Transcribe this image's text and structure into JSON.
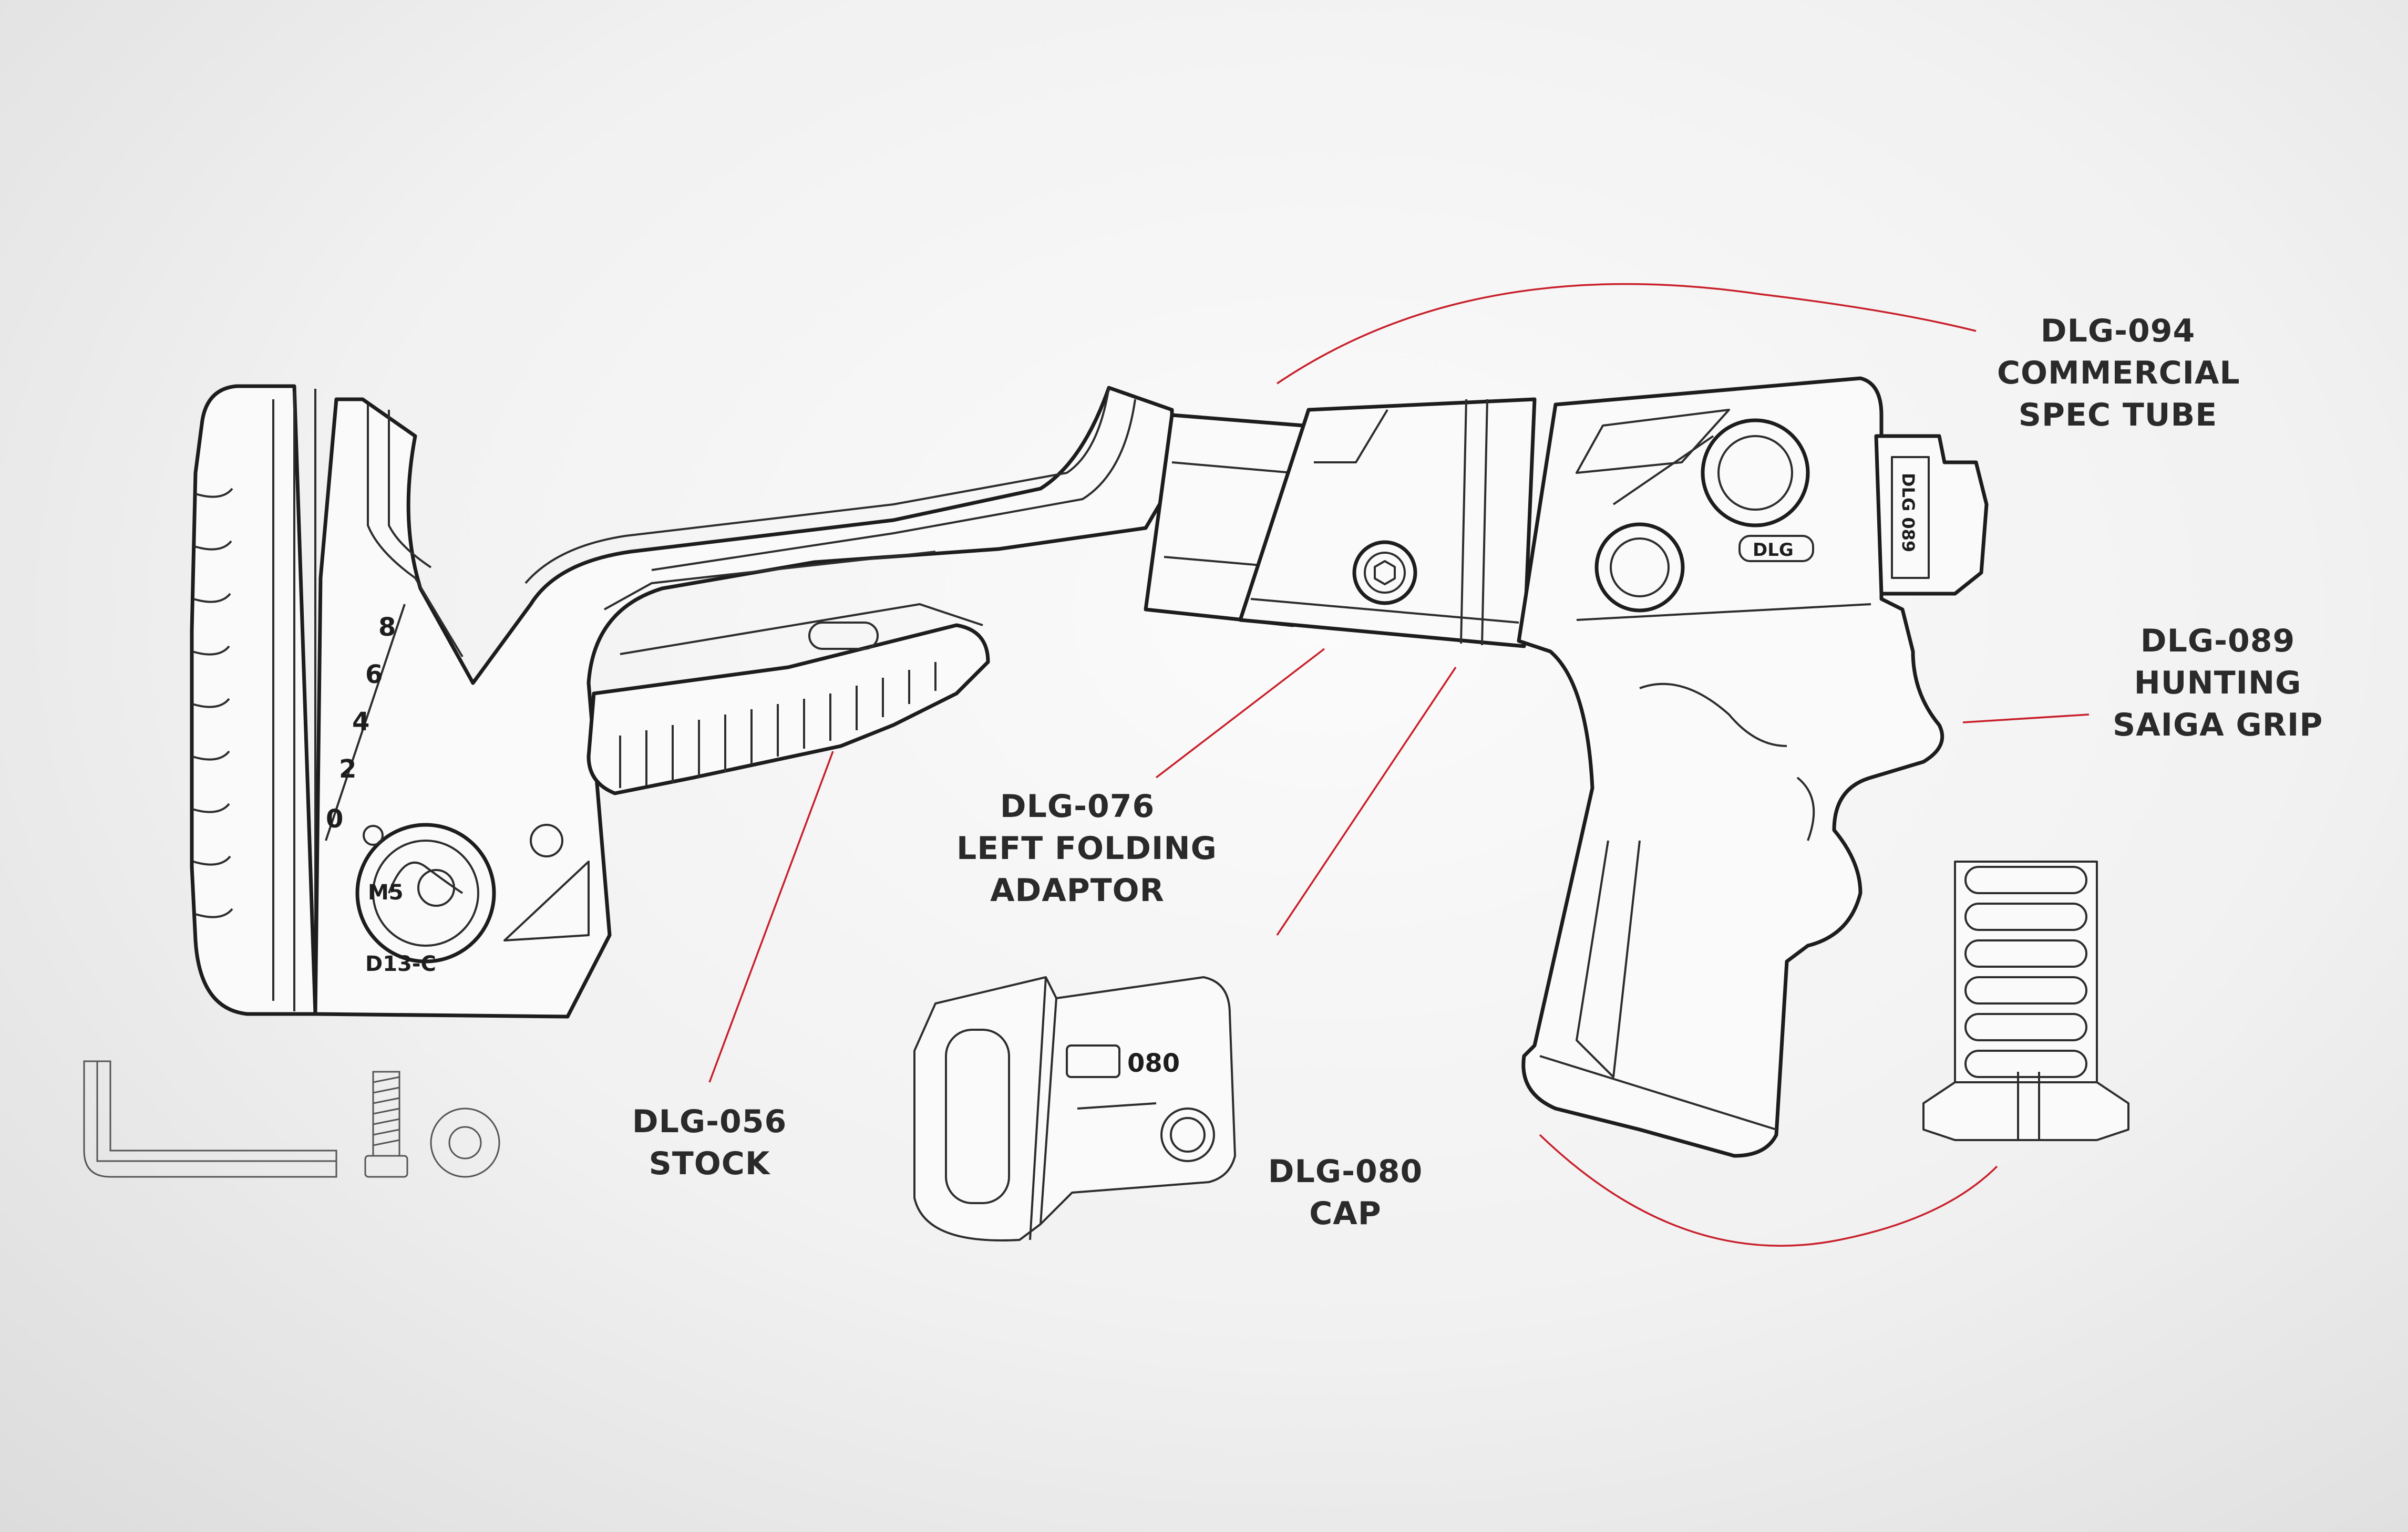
{
  "callouts": {
    "tube": {
      "code": "DLG-094",
      "line1": "COMMERCIAL",
      "line2": "SPEC TUBE"
    },
    "grip": {
      "code": "DLG-089",
      "line1": "HUNTING",
      "line2": "SAIGA GRIP"
    },
    "adaptor": {
      "code": "DLG-076",
      "line1": "LEFT FOLDING",
      "line2": "ADAPTOR"
    },
    "stock": {
      "code": "DLG-056",
      "line1": "STOCK"
    },
    "cap": {
      "code": "DLG-080",
      "line1": "CAP"
    }
  },
  "part_stamps": {
    "scale_marks": [
      "8",
      "6",
      "4",
      "2",
      "0"
    ],
    "screw_size": "M5",
    "stock_model": "D13-C",
    "brand": "DLG",
    "grip_model": "DLG 089",
    "cap_model": "080"
  },
  "colors": {
    "leader_line": "#c8202b",
    "linework": "#1d1d1d",
    "background": "#f1f1f1"
  }
}
